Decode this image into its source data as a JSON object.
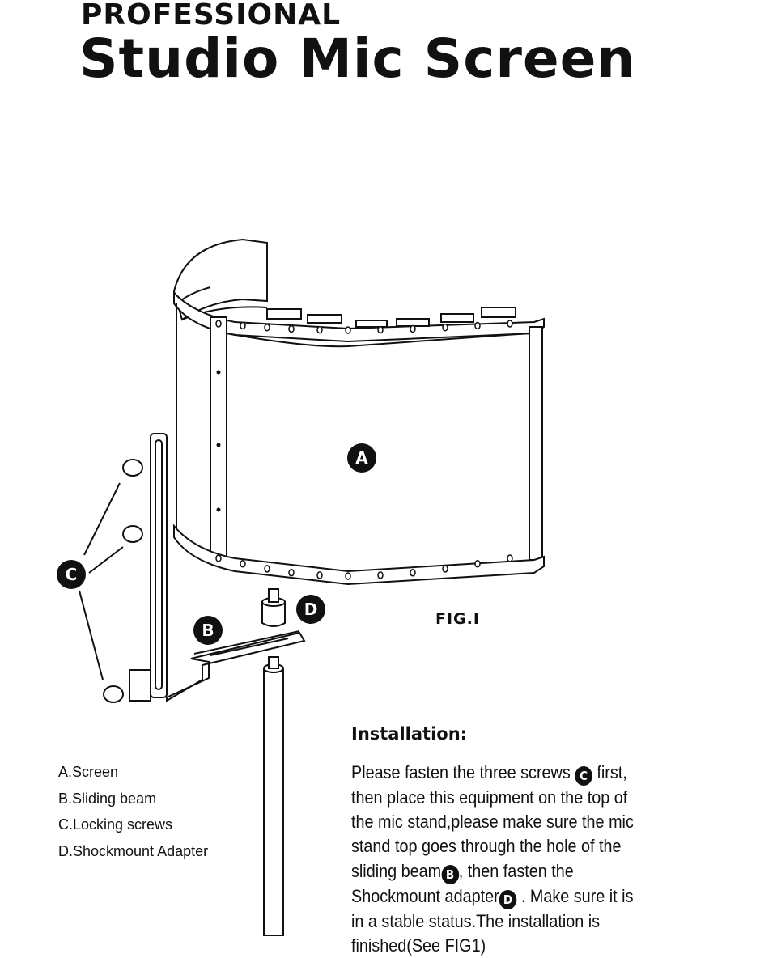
{
  "header": {
    "title_small": "PROFESSIONAL",
    "title_big": "Studio Mic Screen"
  },
  "diagram": {
    "callouts": {
      "a": "A",
      "b": "B",
      "c": "C",
      "d": "D"
    },
    "fig_label": "FIG.I"
  },
  "parts_list": [
    "A.Screen",
    "B.Sliding beam",
    "C.Locking screws",
    "D.Shockmount Adapter"
  ],
  "installation": {
    "heading": "Installation:",
    "l1a": "Please fasten the three screws ",
    "l1b": " first,",
    "l2": "then place this equipment on the top of",
    "l3": "the mic stand,please make sure the mic",
    "l4": "stand top goes through the hole of the",
    "l5a": "sliding beam",
    "l5b": ",  then fasten the",
    "l6a": "Shockmount adapter",
    "l6b": " .  Make sure it is",
    "l7": "in a stable status.The installation is",
    "l8": "finished(See FIG1)",
    "badge_c": "C",
    "badge_b": "B",
    "badge_d": "D"
  }
}
